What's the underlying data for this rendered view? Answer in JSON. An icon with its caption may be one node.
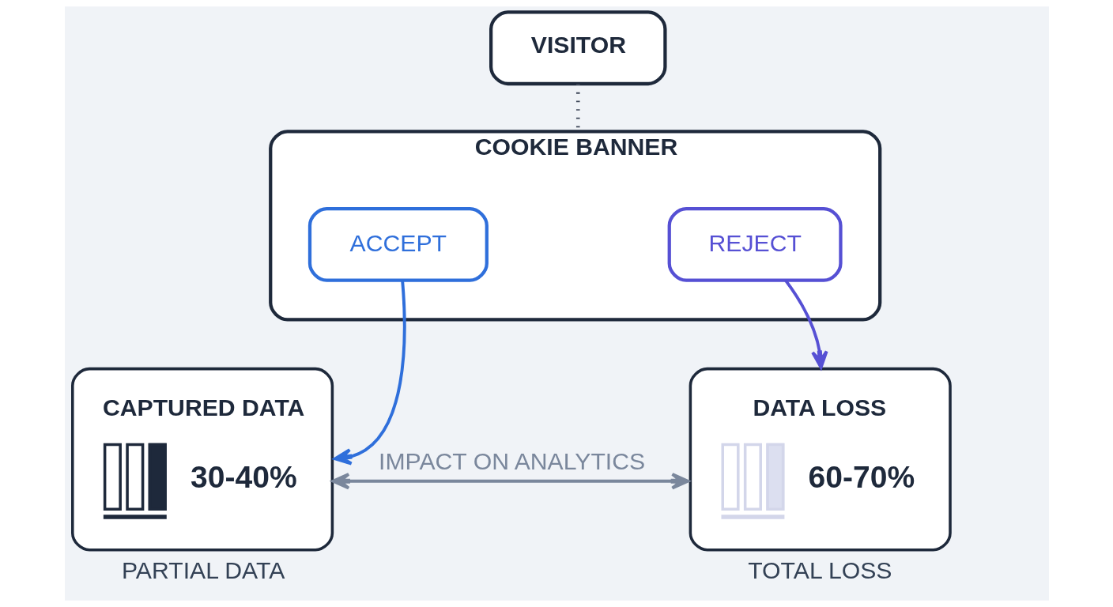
{
  "diagram": {
    "nodes": [
      {
        "text": [
          "VISITOR"
        ]
      },
      {
        "text": [
          "COOKIE BANNER"
        ]
      },
      {
        "text": [
          "ACCEPT"
        ],
        "in": 1
      },
      {
        "text": [
          "REJECT"
        ],
        "in": 1
      },
      {
        "text": [
          "CAPTURED DATA",
          "30-40%"
        ],
        "beside": [
          "PARTIAL DATA"
        ]
      },
      {
        "text": [
          "DATA LOSS",
          "60-70%"
        ],
        "beside": [
          "TOTAL LOSS"
        ]
      }
    ],
    "edges": [
      {
        "from": 0,
        "to": 1,
        "arrow": "none",
        "style": "dashed",
        "color": "#3d4658"
      },
      {
        "from": 2,
        "to": 4,
        "arrow": "to",
        "color": "#2f6fdb"
      },
      {
        "from": 3,
        "to": 5,
        "arrow": "to",
        "color": "#5650d4"
      },
      {
        "from": 4,
        "to": 5,
        "arrow": "both",
        "label": "IMPACT ON ANALYTICS",
        "color": "#7a879c"
      }
    ]
  }
}
